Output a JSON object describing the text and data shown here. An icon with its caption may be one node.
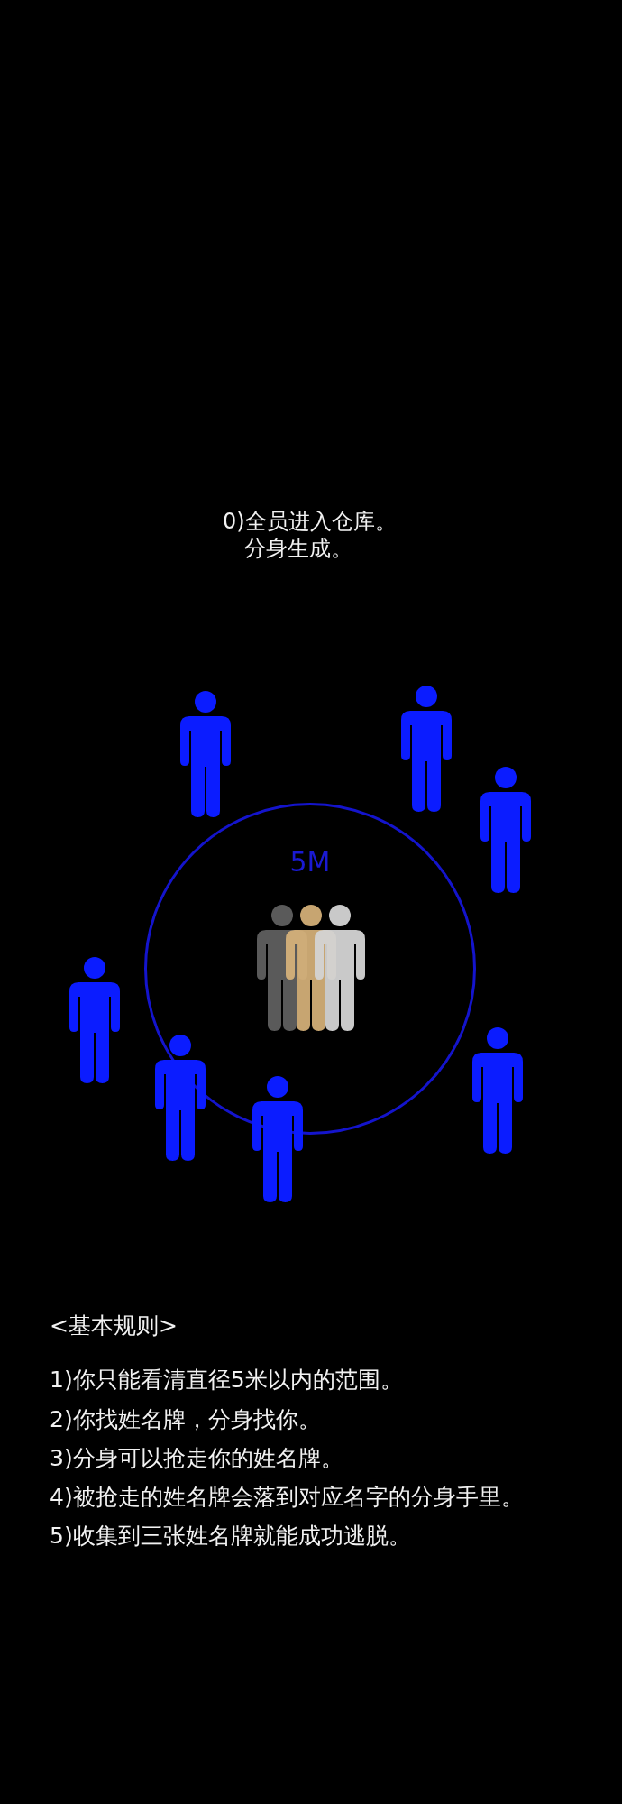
{
  "diagram": {
    "nodes": [
      {
        "text": [
          "5M"
        ]
      }
    ],
    "labels": [
      "0)全员进入仓库。分身生成。",
      "<基本规则>",
      "1)你只能看清直径5米以内的范围。",
      "2)你找姓名牌，分身找你。",
      "3)分身可以抢走你的姓名牌。",
      "4)被抢走的姓名牌会落到对应名字的分身手里。",
      "5)收集到三张姓名牌就能成功逃脱。"
    ]
  }
}
